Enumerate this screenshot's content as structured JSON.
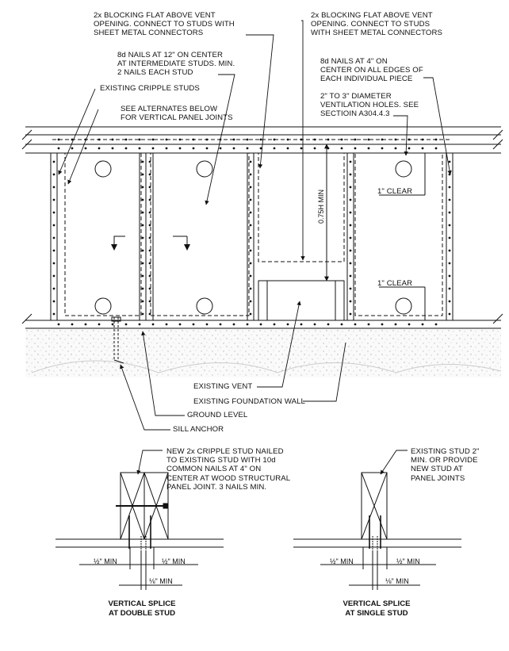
{
  "notes": {
    "blocking_left": "2x BLOCKING FLAT ABOVE VENT\nOPENING. CONNECT TO STUDS WITH\nSHEET METAL CONNECTORS",
    "blocking_right": "2x BLOCKING FLAT ABOVE VENT\nOPENING. CONNECT TO STUDS\nWITH SHEET METAL CONNECTORS",
    "nails_12": "8d NAILS AT 12\" ON CENTER\nAT INTERMEDIATE STUDS. MIN.\n2 NAILS EACH STUD",
    "nails_4": "8d NAILS AT 4\" ON\nCENTER ON ALL EDGES OF\nEACH INDIVIDUAL PIECE",
    "cripple_studs": "EXISTING CRIPPLE STUDS",
    "alternates": "SEE ALTERNATES BELOW\nFOR VERTICAL PANEL JOINTS",
    "vent_holes": "2\" TO 3\" DIAMETER\nVENTILATION HOLES. SEE\nSECTIOIN A304.4.3",
    "clear_top": "1\" CLEAR",
    "clear_bottom": "1\" CLEAR",
    "min_height": "0.75H MIN",
    "existing_vent": "EXISTING VENT",
    "foundation_wall": "EXISTING FOUNDATION WALL",
    "ground_level": "GROUND LEVEL",
    "sill_anchor": "SILL ANCHOR",
    "double_stud_note": "NEW 2x CRIPPLE STUD NAILED\nTO EXISTING STUD WITH 10d\nCOMMON NAILS AT 4\" ON\nCENTER AT WOOD STRUCTURAL\nPANEL JOINT. 3 NAILS MIN.",
    "single_stud_note": "EXISTING STUD 2\"\nMIN. OR PROVIDE\nNEW STUD AT\nPANEL JOINTS"
  },
  "details": {
    "double": {
      "title": "VERTICAL SPLICE\nAT DOUBLE STUD",
      "left_min": "½\" MIN",
      "right_min": "½\" MIN",
      "gap_min": "⅛\" MIN"
    },
    "single": {
      "title": "VERTICAL SPLICE\nAT SINGLE STUD",
      "left_min": "½\" MIN",
      "right_min": "½\" MIN",
      "gap_min": "⅛\" MIN"
    }
  },
  "colors": {
    "ink": "#111111",
    "page": "#ffffff"
  }
}
